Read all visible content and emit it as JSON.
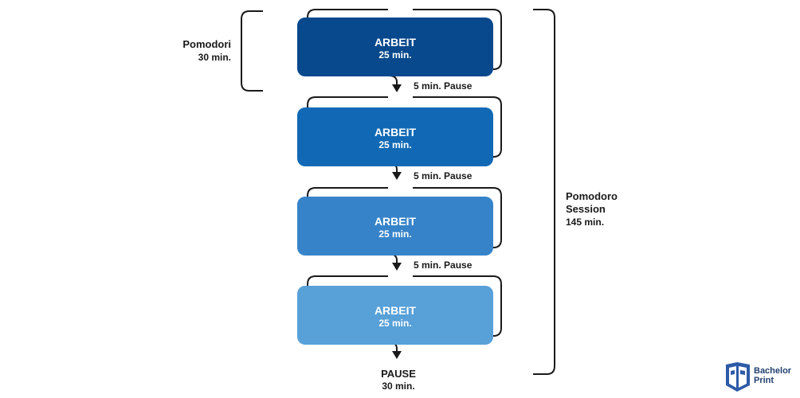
{
  "colors": {
    "box1": "#08488c",
    "box2": "#1169b5",
    "box3": "#3683c9",
    "box4": "#57a0d8",
    "line": "#1a1a1a",
    "logo": "#2d5aa8"
  },
  "pomodori": {
    "label": "Pomodori",
    "duration": "30 min."
  },
  "session": {
    "label_line1": "Pomodoro",
    "label_line2": "Session",
    "duration": "145 min."
  },
  "work_blocks": [
    {
      "title": "ARBEIT",
      "duration": "25 min."
    },
    {
      "title": "ARBEIT",
      "duration": "25 min."
    },
    {
      "title": "ARBEIT",
      "duration": "25 min."
    },
    {
      "title": "ARBEIT",
      "duration": "25 min."
    }
  ],
  "short_breaks": [
    {
      "label": "5 min. Pause"
    },
    {
      "label": "5 min. Pause"
    },
    {
      "label": "5 min. Pause"
    }
  ],
  "final_break": {
    "title": "PAUSE",
    "duration": "30 min."
  },
  "logo": {
    "line1": "Bachelor",
    "line2": "Print"
  }
}
